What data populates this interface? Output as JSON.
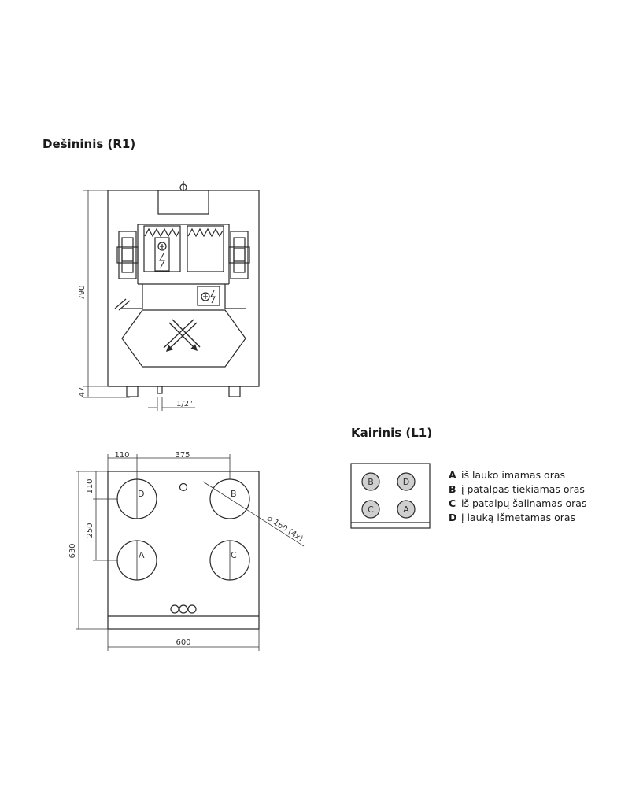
{
  "views": {
    "right": {
      "title": "Dešininis (R1)"
    },
    "left": {
      "title": "Kairinis (L1)"
    }
  },
  "dimensions": {
    "height_body": "790",
    "height_feet": "47",
    "drain": "1/2\"",
    "top_offset": "110",
    "top_spacing": "375",
    "side_offset": "110",
    "side_spacing": "250",
    "depth": "630",
    "width": "600",
    "duct": "⌀ 160 (4x)"
  },
  "ports": {
    "top_view": [
      "D",
      "B",
      "A",
      "C"
    ],
    "mini_view": [
      "B",
      "D",
      "C",
      "A"
    ]
  },
  "legend": [
    {
      "key": "A",
      "text": "iš lauko imamas oras"
    },
    {
      "key": "B",
      "text": "į patalpas tiekiamas oras"
    },
    {
      "key": "C",
      "text": "iš patalpų šalinamas oras"
    },
    {
      "key": "D",
      "text": "į lauką išmetamas oras"
    }
  ],
  "colors": {
    "line": "#2a2a2a",
    "port_fill": "#cfcfcf"
  }
}
